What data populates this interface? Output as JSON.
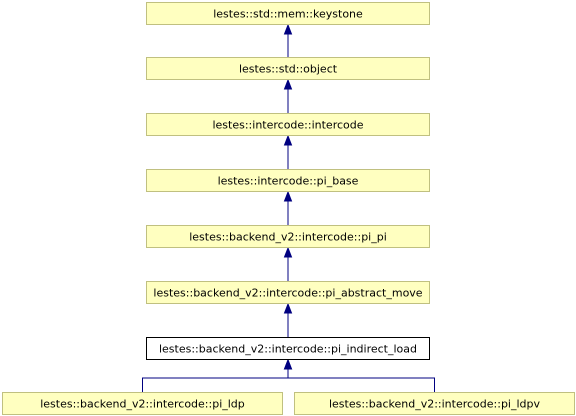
{
  "diagram": {
    "type": "inheritance-graph",
    "nodes": [
      {
        "id": "keystone",
        "label": "lestes::std::mem::keystone",
        "style": "linked"
      },
      {
        "id": "object",
        "label": "lestes::std::object",
        "style": "linked"
      },
      {
        "id": "intercode",
        "label": "lestes::intercode::intercode",
        "style": "linked"
      },
      {
        "id": "pi_base",
        "label": "lestes::intercode::pi_base",
        "style": "linked"
      },
      {
        "id": "pi_pi",
        "label": "lestes::backend_v2::intercode::pi_pi",
        "style": "linked"
      },
      {
        "id": "pi_abstract_move",
        "label": "lestes::backend_v2::intercode::pi_abstract_move",
        "style": "linked"
      },
      {
        "id": "pi_indirect_load",
        "label": "lestes::backend_v2::intercode::pi_indirect_load",
        "style": "current"
      },
      {
        "id": "pi_ldp",
        "label": "lestes::backend_v2::intercode::pi_ldp",
        "style": "linked"
      },
      {
        "id": "pi_ldpv",
        "label": "lestes::backend_v2::intercode::pi_ldpv",
        "style": "linked"
      }
    ],
    "edges": [
      {
        "from": "object",
        "to": "keystone"
      },
      {
        "from": "intercode",
        "to": "object"
      },
      {
        "from": "pi_base",
        "to": "intercode"
      },
      {
        "from": "pi_pi",
        "to": "pi_base"
      },
      {
        "from": "pi_abstract_move",
        "to": "pi_pi"
      },
      {
        "from": "pi_indirect_load",
        "to": "pi_abstract_move"
      },
      {
        "from": "pi_ldp",
        "to": "pi_indirect_load"
      },
      {
        "from": "pi_ldpv",
        "to": "pi_indirect_load"
      }
    ],
    "colors": {
      "linked_fill": "#ffffc0",
      "linked_border": "#c0c080",
      "current_fill": "#ffffff",
      "current_border": "#000000",
      "edge": "#000080",
      "text": "#000000"
    }
  }
}
